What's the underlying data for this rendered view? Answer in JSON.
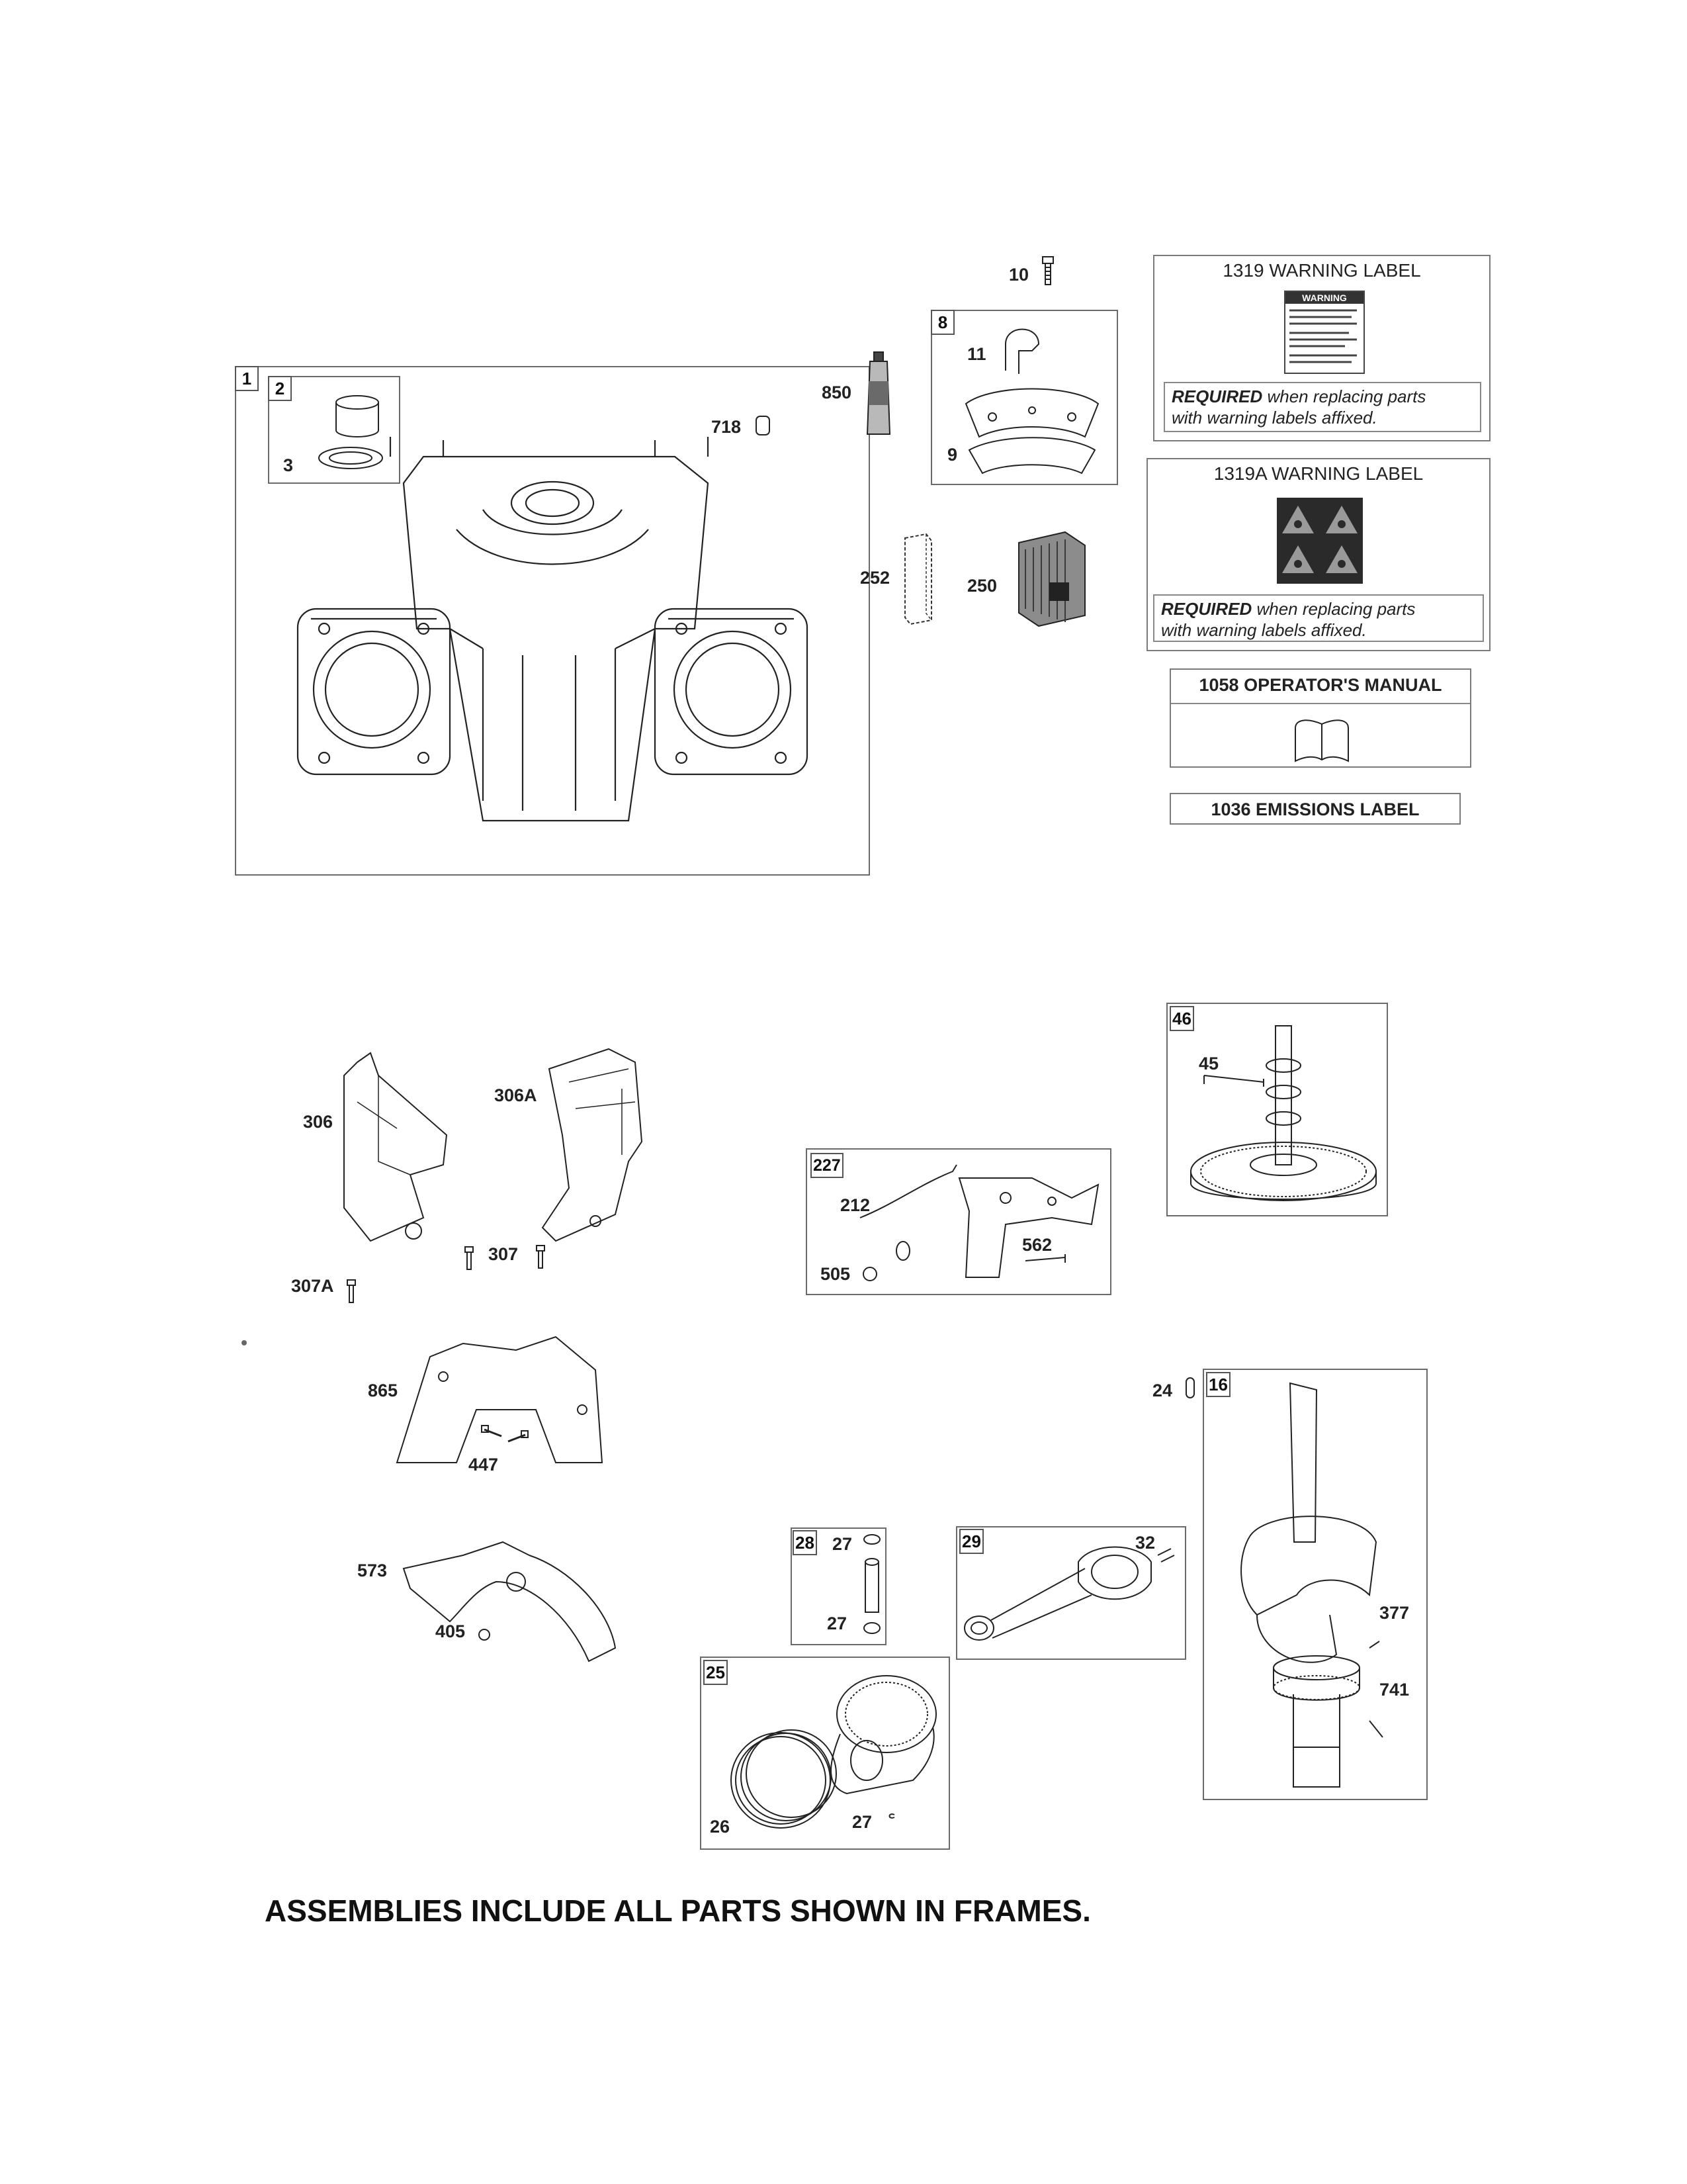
{
  "labels": {
    "warning_1319": {
      "title": "1319 WARNING LABEL",
      "decal_heading": "WARNING"
    },
    "warning_1319a": {
      "title": "1319A WARNING LABEL"
    },
    "required_bold": "REQUIRED",
    "required_rest": " when replacing parts",
    "required_line2": "with warning labels affixed.",
    "manual_1058": "1058 OPERATOR'S MANUAL",
    "emissions_1036": "1036 EMISSIONS LABEL"
  },
  "callouts": {
    "p1": "1",
    "p2": "2",
    "p3": "3",
    "p718": "718",
    "p10": "10",
    "p8": "8",
    "p11": "11",
    "p9": "9",
    "p850": "850",
    "p252": "252",
    "p250": "250",
    "p306": "306",
    "p306a": "306A",
    "p307": "307",
    "p307a": "307A",
    "p46": "46",
    "p45": "45",
    "p227": "227",
    "p212": "212",
    "p505": "505",
    "p562": "562",
    "p865": "865",
    "p447": "447",
    "p24": "24",
    "p16": "16",
    "p377": "377",
    "p741": "741",
    "p573": "573",
    "p405": "405",
    "p28": "28",
    "p27a": "27",
    "p27b": "27",
    "p27c": "27",
    "p29": "29",
    "p32": "32",
    "p25": "25",
    "p26": "26"
  },
  "footer": "ASSEMBLIES INCLUDE ALL PARTS SHOWN IN FRAMES."
}
